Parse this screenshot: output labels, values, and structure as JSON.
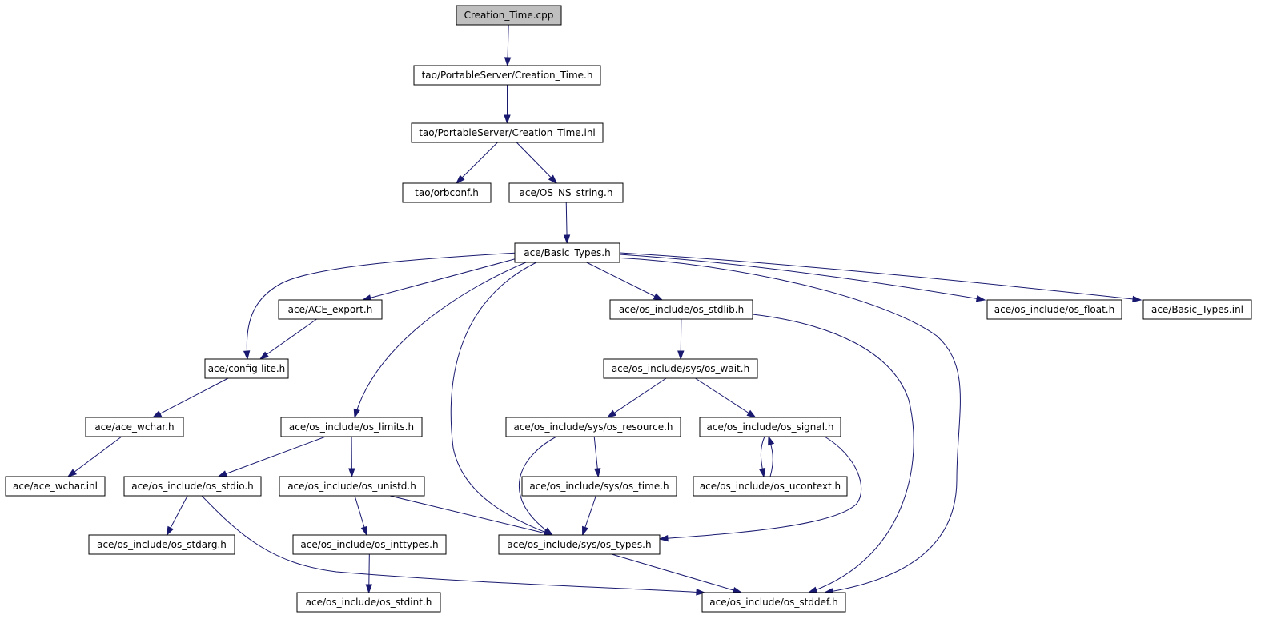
{
  "nodes": {
    "n0": "Creation_Time.cpp",
    "n1": "tao/PortableServer/Creation_Time.h",
    "n2": "tao/PortableServer/Creation_Time.inl",
    "n3": "tao/orbconf.h",
    "n4": "ace/OS_NS_string.h",
    "n5": "ace/Basic_Types.h",
    "n6": "ace/ACE_export.h",
    "n7": "ace/os_include/os_stdlib.h",
    "n8": "ace/os_include/os_float.h",
    "n9": "ace/Basic_Types.inl",
    "n10": "ace/config-lite.h",
    "n11": "ace/os_include/sys/os_wait.h",
    "n12": "ace/ace_wchar.h",
    "n13": "ace/os_include/os_limits.h",
    "n14": "ace/os_include/sys/os_resource.h",
    "n15": "ace/os_include/os_signal.h",
    "n16": "ace/ace_wchar.inl",
    "n17": "ace/os_include/os_stdio.h",
    "n18": "ace/os_include/os_unistd.h",
    "n19": "ace/os_include/sys/os_time.h",
    "n20": "ace/os_include/os_ucontext.h",
    "n21": "ace/os_include/os_stdarg.h",
    "n22": "ace/os_include/os_inttypes.h",
    "n23": "ace/os_include/sys/os_types.h",
    "n24": "ace/os_include/os_stdint.h",
    "n25": "ace/os_include/os_stddef.h"
  },
  "edges": [
    [
      "n0",
      "n1"
    ],
    [
      "n1",
      "n2"
    ],
    [
      "n2",
      "n3"
    ],
    [
      "n2",
      "n4"
    ],
    [
      "n4",
      "n5"
    ],
    [
      "n5",
      "n10"
    ],
    [
      "n5",
      "n6"
    ],
    [
      "n5",
      "n13"
    ],
    [
      "n5",
      "n23"
    ],
    [
      "n5",
      "n7"
    ],
    [
      "n5",
      "n25"
    ],
    [
      "n5",
      "n8"
    ],
    [
      "n5",
      "n9"
    ],
    [
      "n6",
      "n10"
    ],
    [
      "n10",
      "n12"
    ],
    [
      "n12",
      "n16"
    ],
    [
      "n7",
      "n11"
    ],
    [
      "n7",
      "n25"
    ],
    [
      "n11",
      "n14"
    ],
    [
      "n11",
      "n15"
    ],
    [
      "n13",
      "n17"
    ],
    [
      "n13",
      "n18"
    ],
    [
      "n14",
      "n19"
    ],
    [
      "n14",
      "n23"
    ],
    [
      "n15",
      "n20"
    ],
    [
      "n20",
      "n15"
    ],
    [
      "n15",
      "n23"
    ],
    [
      "n17",
      "n21"
    ],
    [
      "n17",
      "n25"
    ],
    [
      "n18",
      "n22"
    ],
    [
      "n18",
      "n23"
    ],
    [
      "n19",
      "n23"
    ],
    [
      "n22",
      "n24"
    ],
    [
      "n23",
      "n25"
    ]
  ]
}
